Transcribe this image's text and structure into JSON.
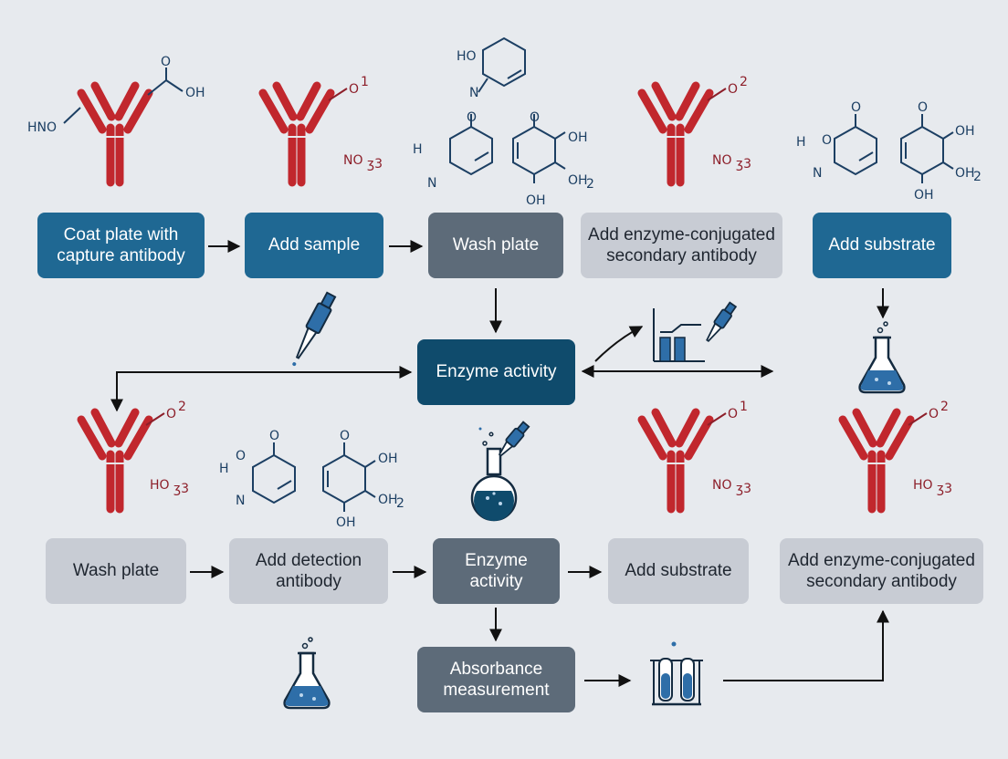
{
  "steps": {
    "coat_plate": [
      "Coat plate with",
      "capture antibody"
    ],
    "add_sample": "Add sample",
    "wash_plate_top": "Wash plate",
    "add_secondary_top": [
      "Add enzyme-conjugated",
      "secondary antibody"
    ],
    "add_substrate_top": "Add substrate",
    "enzyme_activity_center": "Enzyme activity",
    "wash_plate_bottom": "Wash plate",
    "add_detection": [
      "Add detection",
      "antibody"
    ],
    "enzyme_activity_bottom": [
      "Enzyme",
      "activity"
    ],
    "add_substrate_bottom": "Add substrate",
    "add_secondary_bottom": [
      "Add enzyme-conjugated",
      "secondary antibody"
    ],
    "absorbance": [
      "Absorbance",
      "measurement"
    ]
  },
  "chem_labels": {
    "hno": "HNO",
    "o_prime": "O",
    "oh": "OH",
    "o1": "O",
    "sup1": "1",
    "sup2": "2",
    "no3": "NO",
    "ho3": "HO",
    "sub_sym": "ʒ3",
    "ho": "HO",
    "h": "H",
    "n": "N",
    "o": "O",
    "oh2": "OH",
    "sub2": "2"
  },
  "colors": {
    "antibody": "#c1272d",
    "molecule": "#1c3f63",
    "label_red": "#8d1f2a",
    "box_blue": "#1f6893",
    "box_dark": "#0f4b6c",
    "box_slate": "#5d6b79",
    "box_light": "#c8ccd4",
    "liquid": "#2e6ea8"
  }
}
